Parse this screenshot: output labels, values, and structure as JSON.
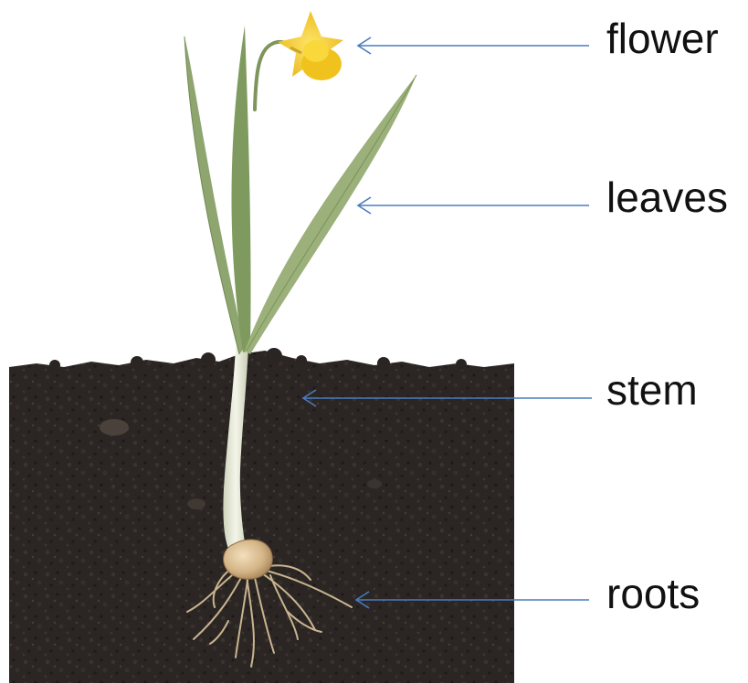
{
  "labels": {
    "flower": "flower",
    "leaves": "leaves",
    "stem": "stem",
    "roots": "roots"
  },
  "colors": {
    "soil": "#2a2522",
    "leaf": "#8aa06a",
    "stem": "#e8eadb",
    "petal": "#f3cf2a",
    "bulb": "#d6b88c",
    "arrow": "#4a7bbf"
  }
}
